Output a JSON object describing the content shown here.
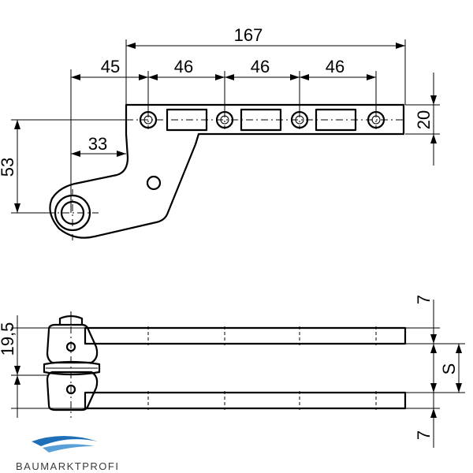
{
  "dimensions": {
    "overall_length": "167",
    "offset_45": "45",
    "pitch_1": "46",
    "pitch_2": "46",
    "pitch_3": "46",
    "plate_height": "20",
    "height_53": "53",
    "offset_33": "33",
    "gap_19_5": "19,5",
    "top_7": "7",
    "bottom_7": "7",
    "spacing_s": "S"
  },
  "brand": {
    "name": "BAUMARKTPROFI",
    "color_primary": "#1f6fb8",
    "color_secondary": "#5aa0d8"
  }
}
